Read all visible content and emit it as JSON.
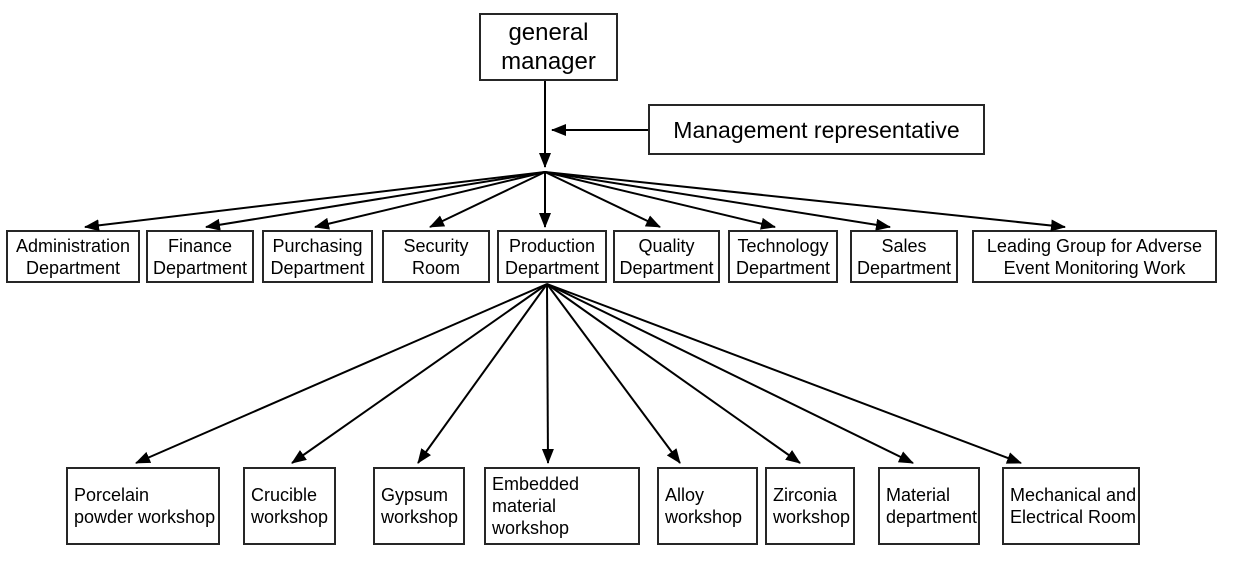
{
  "org": {
    "root": {
      "label": "general\nmanager"
    },
    "staff": {
      "label": "Management representative"
    },
    "level2": [
      {
        "label": "Administration\nDepartment"
      },
      {
        "label": "Finance\nDepartment"
      },
      {
        "label": "Purchasing\nDepartment"
      },
      {
        "label": "Security\nRoom"
      },
      {
        "label": "Production\nDepartment"
      },
      {
        "label": "Quality\nDepartment"
      },
      {
        "label": "Technology\nDepartment"
      },
      {
        "label": "Sales\nDepartment"
      },
      {
        "label": "Leading Group for Adverse\nEvent Monitoring Work"
      }
    ],
    "level3": [
      {
        "label": "Porcelain\npowder workshop"
      },
      {
        "label": "Crucible\nworkshop"
      },
      {
        "label": "Gypsum\nworkshop"
      },
      {
        "label": "Embedded\nmaterial workshop"
      },
      {
        "label": "Alloy\nworkshop"
      },
      {
        "label": "Zirconia\nworkshop"
      },
      {
        "label": "Material\ndepartment"
      },
      {
        "label": "Mechanical and\nElectrical Room"
      }
    ],
    "colors": {
      "line": "#000000",
      "box_border": "#262626",
      "text": "#000000",
      "background": "#ffffff"
    }
  }
}
